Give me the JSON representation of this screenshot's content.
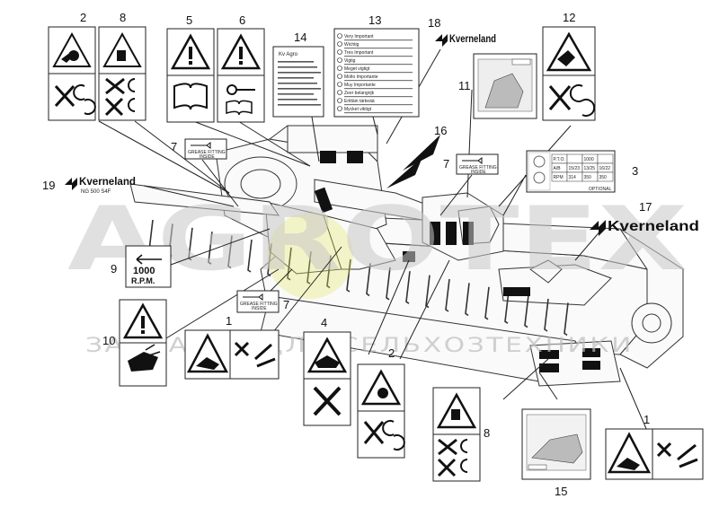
{
  "watermark": {
    "main": "AGROTEX",
    "sub": "ЗАПЧАСТИ ДЛЯ СЕЛЬХОЗТЕХНИКИ",
    "color": "#c8c8c8",
    "accent": "#e6e66a"
  },
  "brand": {
    "name": "Kverneland",
    "model": "NG 500 S4F"
  },
  "callouts": [
    {
      "id": "c2a",
      "text": "2"
    },
    {
      "id": "c8a",
      "text": "8"
    },
    {
      "id": "c5",
      "text": "5"
    },
    {
      "id": "c6",
      "text": "6"
    },
    {
      "id": "c13",
      "text": "13"
    },
    {
      "id": "c18",
      "text": "18"
    },
    {
      "id": "c12",
      "text": "12"
    },
    {
      "id": "c14",
      "text": "14"
    },
    {
      "id": "c11",
      "text": "11"
    },
    {
      "id": "c16",
      "text": "16"
    },
    {
      "id": "c7a",
      "text": "7"
    },
    {
      "id": "c7b",
      "text": "7"
    },
    {
      "id": "c3",
      "text": "3"
    },
    {
      "id": "c19",
      "text": "19"
    },
    {
      "id": "c17",
      "text": "17"
    },
    {
      "id": "c9",
      "text": "9"
    },
    {
      "id": "c7c",
      "text": "7"
    },
    {
      "id": "c1a",
      "text": "1"
    },
    {
      "id": "c4",
      "text": "4"
    },
    {
      "id": "c10",
      "text": "10"
    },
    {
      "id": "c2b",
      "text": "2"
    },
    {
      "id": "c8b",
      "text": "8"
    },
    {
      "id": "c1b",
      "text": "1"
    },
    {
      "id": "c15",
      "text": "15"
    }
  ],
  "rpm_sign": {
    "value": "1000",
    "unit": "R.P.M."
  },
  "grease_label": {
    "line1": "GREASE FITTING",
    "line2": "INSIDE"
  },
  "pto_table": {
    "header": [
      "P.T.O.",
      "1000"
    ],
    "rows": [
      [
        "A/B",
        "15/23",
        "13/25",
        "16/22"
      ],
      [
        "RPM",
        "314",
        "350",
        "350"
      ]
    ],
    "footer": "OPTIONAL"
  },
  "label_13": {
    "lines": [
      "Very Important",
      "Wichtig",
      "Tres Important",
      "Vigtig",
      "Meget vigtigt",
      "Molto Importante",
      "Muy Importante",
      "Zeer belangrijk",
      "Erittäin tärkeää",
      "Mycket viktigt"
    ]
  },
  "label_14": {
    "title": "Kv Agro"
  }
}
